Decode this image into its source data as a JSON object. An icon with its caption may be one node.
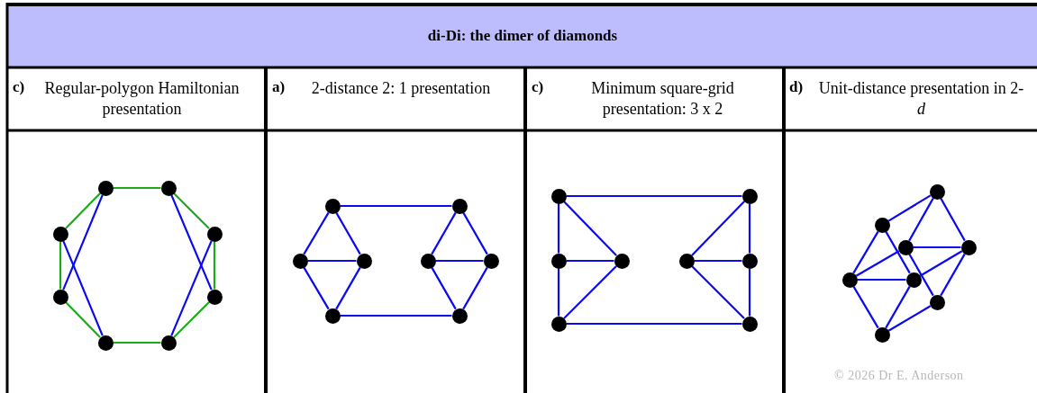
{
  "diagram": {
    "title": "di-Di: the dimer of diamonds",
    "nodes": [
      {
        "text": [],
        "shape": "circle"
      },
      {
        "text": [],
        "shape": "circle"
      },
      {
        "text": [],
        "shape": "circle"
      },
      {
        "text": [],
        "shape": "circle"
      },
      {
        "text": [],
        "shape": "circle"
      },
      {
        "text": [],
        "shape": "circle"
      },
      {
        "text": [],
        "shape": "circle"
      },
      {
        "text": [],
        "shape": "circle"
      },
      {
        "text": [],
        "shape": "circle"
      },
      {
        "text": [],
        "shape": "circle"
      },
      {
        "text": [],
        "shape": "circle"
      },
      {
        "text": [],
        "shape": "circle"
      },
      {
        "text": [],
        "shape": "circle"
      },
      {
        "text": [],
        "shape": "circle"
      },
      {
        "text": [],
        "shape": "circle"
      },
      {
        "text": [],
        "shape": "circle"
      },
      {
        "text": [],
        "shape": "circle"
      },
      {
        "text": [],
        "shape": "circle"
      },
      {
        "text": [],
        "shape": "circle"
      },
      {
        "text": [],
        "shape": "circle"
      },
      {
        "text": [],
        "shape": "circle"
      },
      {
        "text": [],
        "shape": "circle"
      },
      {
        "text": [],
        "shape": "circle"
      },
      {
        "text": [],
        "shape": "circle"
      },
      {
        "text": [],
        "shape": "circle"
      },
      {
        "text": [],
        "shape": "circle"
      },
      {
        "text": [],
        "shape": "circle"
      },
      {
        "text": [],
        "shape": "circle"
      },
      {
        "text": [],
        "shape": "circle"
      },
      {
        "text": [],
        "shape": "circle"
      },
      {
        "text": [],
        "shape": "circle"
      },
      {
        "text": [],
        "shape": "circle"
      }
    ],
    "edges": [
      {
        "from": 0,
        "to": 1,
        "arrow": "none",
        "color": "#1aaa1a"
      },
      {
        "from": 1,
        "to": 3,
        "arrow": "none",
        "color": "#1aaa1a"
      },
      {
        "from": 3,
        "to": 5,
        "arrow": "none",
        "color": "#1aaa1a"
      },
      {
        "from": 5,
        "to": 7,
        "arrow": "none",
        "color": "#1aaa1a"
      },
      {
        "from": 7,
        "to": 6,
        "arrow": "none",
        "color": "#1aaa1a"
      },
      {
        "from": 6,
        "to": 4,
        "arrow": "none",
        "color": "#1aaa1a"
      },
      {
        "from": 4,
        "to": 2,
        "arrow": "none",
        "color": "#1aaa1a"
      },
      {
        "from": 2,
        "to": 0,
        "arrow": "none",
        "color": "#1aaa1a"
      },
      {
        "from": 0,
        "to": 4,
        "arrow": "none"
      },
      {
        "from": 2,
        "to": 6,
        "arrow": "none"
      },
      {
        "from": 1,
        "to": 5,
        "arrow": "none"
      },
      {
        "from": 3,
        "to": 7,
        "arrow": "none"
      },
      {
        "from": 8,
        "to": 10,
        "arrow": "none"
      },
      {
        "from": 8,
        "to": 11,
        "arrow": "none"
      },
      {
        "from": 10,
        "to": 11,
        "arrow": "none"
      },
      {
        "from": 10,
        "to": 14,
        "arrow": "none"
      },
      {
        "from": 11,
        "to": 14,
        "arrow": "none"
      },
      {
        "from": 9,
        "to": 12,
        "arrow": "none"
      },
      {
        "from": 9,
        "to": 13,
        "arrow": "none"
      },
      {
        "from": 12,
        "to": 13,
        "arrow": "none"
      },
      {
        "from": 12,
        "to": 15,
        "arrow": "none"
      },
      {
        "from": 13,
        "to": 15,
        "arrow": "none"
      },
      {
        "from": 8,
        "to": 9,
        "arrow": "none"
      },
      {
        "from": 14,
        "to": 15,
        "arrow": "none"
      },
      {
        "from": 16,
        "to": 17,
        "arrow": "none"
      },
      {
        "from": 16,
        "to": 18,
        "arrow": "none"
      },
      {
        "from": 16,
        "to": 19,
        "arrow": "none"
      },
      {
        "from": 18,
        "to": 19,
        "arrow": "none"
      },
      {
        "from": 18,
        "to": 22,
        "arrow": "none"
      },
      {
        "from": 19,
        "to": 22,
        "arrow": "none"
      },
      {
        "from": 17,
        "to": 20,
        "arrow": "none"
      },
      {
        "from": 17,
        "to": 21,
        "arrow": "none"
      },
      {
        "from": 20,
        "to": 21,
        "arrow": "none"
      },
      {
        "from": 20,
        "to": 23,
        "arrow": "none"
      },
      {
        "from": 21,
        "to": 23,
        "arrow": "none"
      },
      {
        "from": 22,
        "to": 23,
        "arrow": "none"
      },
      {
        "from": 24,
        "to": 25,
        "arrow": "none"
      },
      {
        "from": 24,
        "to": 26,
        "arrow": "none"
      },
      {
        "from": 24,
        "to": 27,
        "arrow": "none"
      },
      {
        "from": 25,
        "to": 28,
        "arrow": "none"
      },
      {
        "from": 25,
        "to": 29,
        "arrow": "none"
      },
      {
        "from": 26,
        "to": 27,
        "arrow": "none"
      },
      {
        "from": 26,
        "to": 28,
        "arrow": "none"
      },
      {
        "from": 26,
        "to": 30,
        "arrow": "none"
      },
      {
        "from": 27,
        "to": 29,
        "arrow": "none"
      },
      {
        "from": 27,
        "to": 30,
        "arrow": "none"
      },
      {
        "from": 28,
        "to": 29,
        "arrow": "none"
      },
      {
        "from": 28,
        "to": 31,
        "arrow": "none"
      },
      {
        "from": 29,
        "to": 31,
        "arrow": "none"
      },
      {
        "from": 30,
        "to": 31,
        "arrow": "none"
      }
    ],
    "labels": [
      "c)",
      "Regular-polygon Hamiltonian presentation",
      "a)",
      "2-distance 2: 1 presentation",
      "c)",
      "Minimum square-grid presentation: 3 x 2",
      "d)",
      "Unit-distance presentation in 2-*d*",
      "© 2026 Dr E. Anderson"
    ]
  }
}
